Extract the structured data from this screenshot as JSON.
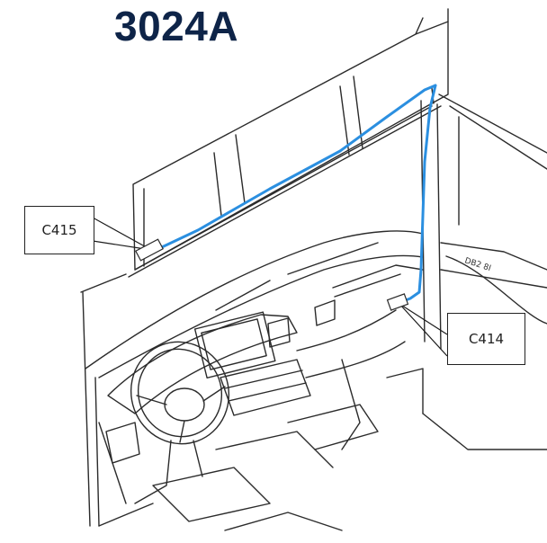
{
  "title": "3024A",
  "callouts": {
    "c415": "C415",
    "c414": "C414"
  },
  "colors": {
    "wire": "#2b8fe0",
    "line": "#2b2b2b",
    "title": "#0e2448"
  },
  "panel_label": "DB2 8I"
}
